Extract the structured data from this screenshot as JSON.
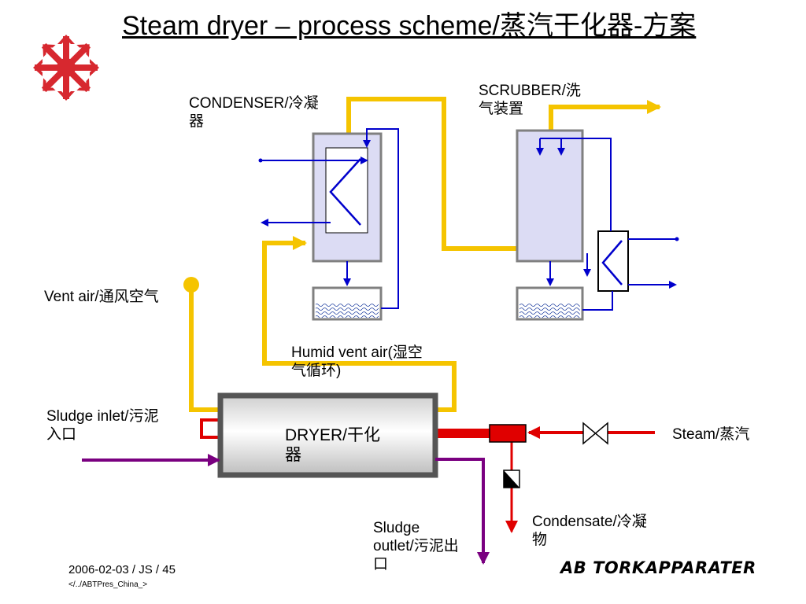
{
  "title": "Steam dryer – process scheme/蒸汽干化器-方案",
  "labels": {
    "condenser": "CONDENSER/冷凝器",
    "scrubber": "SCRUBBER/洗气装置",
    "vent_air": "Vent air/通风空气",
    "humid_vent_air": "Humid vent air(湿空气循环)",
    "dryer": "DRYER/干化器",
    "sludge_inlet": "Sludge inlet/污泥入口",
    "steam": "Steam/蒸汽",
    "condensate": "Condensate/冷凝物",
    "sludge_outlet": "Sludge outlet/污泥出口"
  },
  "footer": {
    "date": "2006-02-03 / JS / 45",
    "path": "</../ABTPres_China_>"
  },
  "brand": "AB TORKAPPARATER",
  "icons": {
    "logo": "red-snowflake-icon",
    "valve": "valve-icon",
    "trap": "steam-trap-icon",
    "heat_exchanger": "coil-icon"
  },
  "colors": {
    "vapor_line": "#f5c400",
    "water_line": "#0000cc",
    "steam_line": "#e00000",
    "sludge_line": "#7a0080",
    "vessel_fill": "#dcdcf4",
    "vessel_border": "#808080",
    "logo": "#d7282f"
  }
}
